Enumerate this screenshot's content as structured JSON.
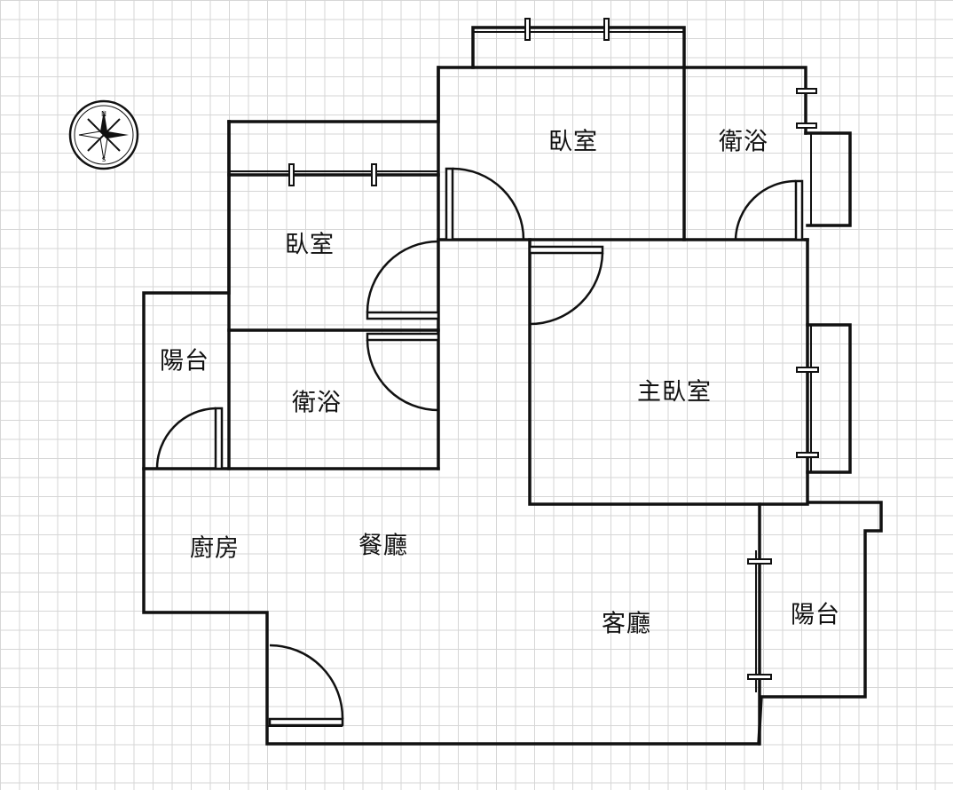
{
  "colors": {
    "wall": "#111111",
    "grid": "#d6d6d6",
    "background": "#ffffff"
  },
  "compass": {
    "icon": "compass-rose-icon",
    "north": "N",
    "south": "S"
  },
  "rooms": [
    {
      "id": "bedroom-top",
      "label": "臥室"
    },
    {
      "id": "bath-top-right",
      "label": "衛浴"
    },
    {
      "id": "bedroom-left",
      "label": "臥室"
    },
    {
      "id": "balcony-left",
      "label": "陽台"
    },
    {
      "id": "bath-left",
      "label": "衛浴"
    },
    {
      "id": "master-bedroom",
      "label": "主臥室"
    },
    {
      "id": "kitchen",
      "label": "廚房"
    },
    {
      "id": "dining",
      "label": "餐廳"
    },
    {
      "id": "living",
      "label": "客廳"
    },
    {
      "id": "balcony-right",
      "label": "陽台"
    }
  ]
}
